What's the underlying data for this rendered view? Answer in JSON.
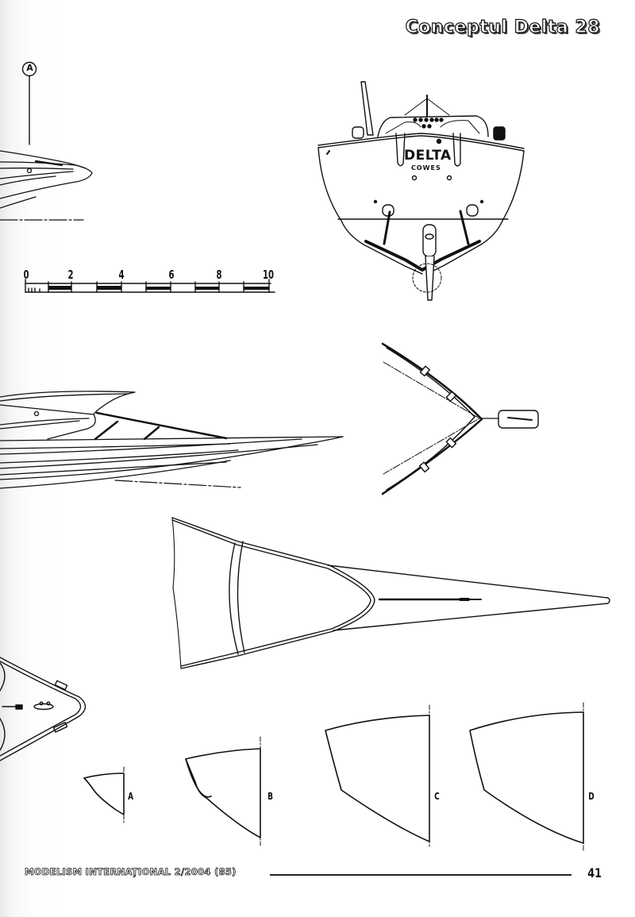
{
  "header": {
    "title": "Conceptul Delta 28"
  },
  "callout": {
    "label": "A"
  },
  "stern_view": {
    "hull_name": "DELTA",
    "home_port": "COWES"
  },
  "scale_bar": {
    "ticks": [
      "0",
      "2",
      "4",
      "6",
      "8",
      "10"
    ]
  },
  "sections": {
    "labels": [
      "A",
      "B",
      "C",
      "D"
    ]
  },
  "footer": {
    "publication": "MODELISM INTERNAȚIONAL 2/2004 (85)",
    "page_number": "41"
  },
  "icons": {
    "callout_marker": "circle-letter",
    "drawings": [
      "bow-side-detail",
      "stern-view",
      "scale-bar",
      "bow-side-view",
      "bow-pulpit-top-view",
      "bow-deck-top-view",
      "bow-detail-bottom-left",
      "hull-sections"
    ]
  }
}
